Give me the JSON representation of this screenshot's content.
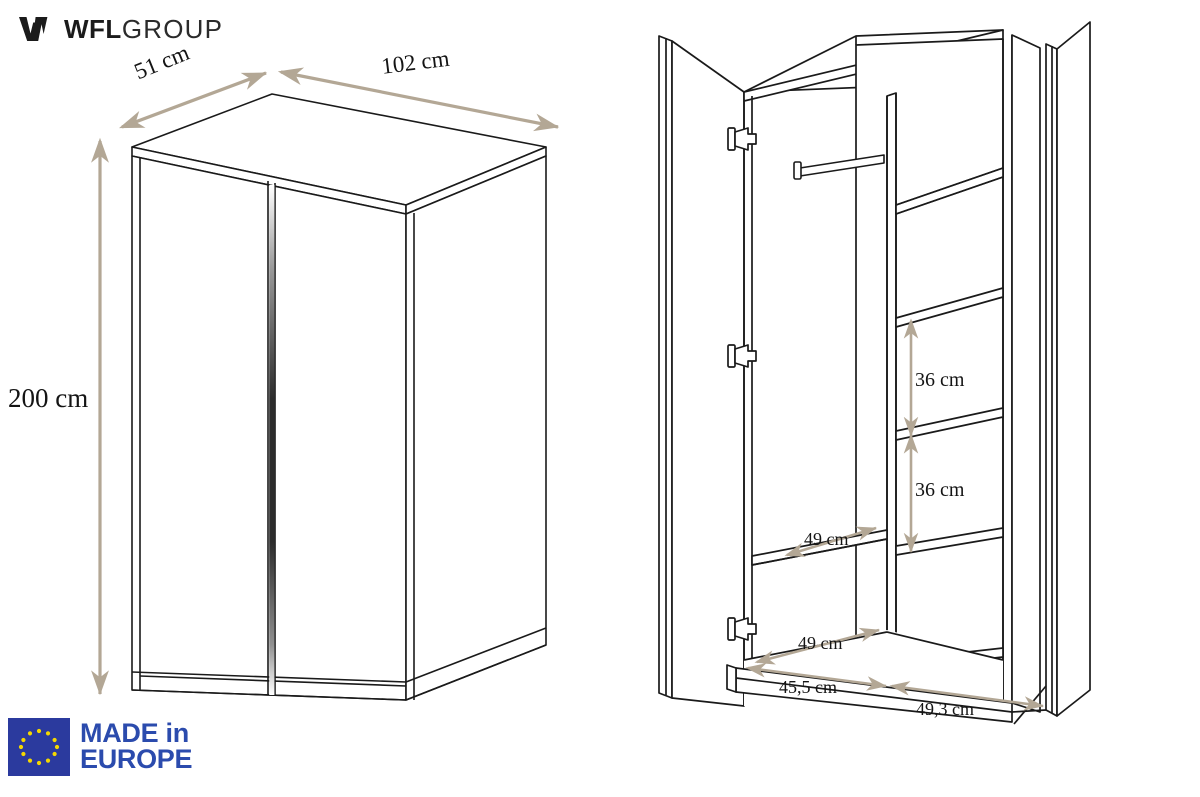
{
  "brand": {
    "logo_icon": "wfl-w-mark-icon",
    "name_bold": "WFL",
    "name_light": "GROUP"
  },
  "badge": {
    "flag_icon": "eu-flag-icon",
    "line1": "MADE in",
    "line2": "EUROPE"
  },
  "colors": {
    "outline": "#1a1a1a",
    "dimension_arrow": "#b3a795",
    "dimension_text": "#141414",
    "eu_blue": "#2b3a9e",
    "eu_star": "#f5d800",
    "badge_text": "#2b4bad",
    "background": "#ffffff"
  },
  "views": {
    "closed": {
      "name": "wardrobe-closed-isometric-view",
      "doors": 2,
      "handle": "vertical-center-handle",
      "plinth": true
    },
    "open": {
      "name": "wardrobe-open-isometric-view",
      "doors_open": 2,
      "hinges_per_door": 3,
      "hanging_rail": true,
      "left_compartment_shelves": 1,
      "right_compartment_shelves": 4,
      "vertical_divider": true
    }
  },
  "dimensions": {
    "height": "200 cm",
    "depth": "51 cm",
    "width": "102 cm",
    "shelf_gap_upper": "36 cm",
    "shelf_gap_lower": "36 cm",
    "interior_depth_upper": "49 cm",
    "interior_depth_lower": "49 cm",
    "left_compartment_width": "45,5 cm",
    "right_compartment_width": "49,3 cm"
  }
}
